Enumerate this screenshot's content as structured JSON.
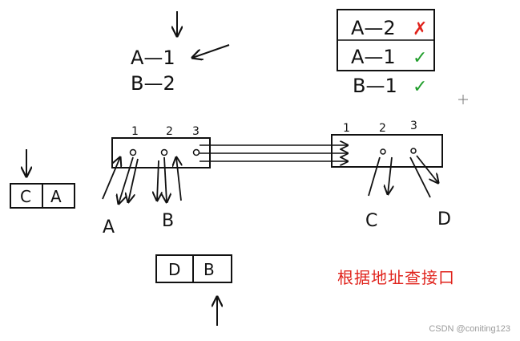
{
  "mapping_left": {
    "rows": [
      "A—1",
      "B—2"
    ]
  },
  "mapping_right": {
    "rows": [
      {
        "text": "A—2",
        "mark": "✗",
        "mark_color": "#e0231c"
      },
      {
        "text": "A—1",
        "mark": "✓",
        "mark_color": "#1f9d2a"
      },
      {
        "text": "B—1",
        "mark": "✓",
        "mark_color": "#1f9d2a"
      }
    ]
  },
  "switch_left": {
    "ports": [
      "1",
      "2",
      "3"
    ],
    "hosts": [
      "A",
      "B"
    ]
  },
  "switch_right": {
    "ports": [
      "1",
      "2",
      "3"
    ],
    "hosts": [
      "C",
      "D"
    ]
  },
  "frame_top": {
    "dst": "C",
    "src": "A"
  },
  "frame_bottom": {
    "dst": "D",
    "src": "B"
  },
  "caption": "根据地址查接口",
  "watermark": "CSDN @coniting123",
  "colors": {
    "ink": "#111111",
    "red": "#e0231c",
    "green": "#1f9d2a"
  }
}
